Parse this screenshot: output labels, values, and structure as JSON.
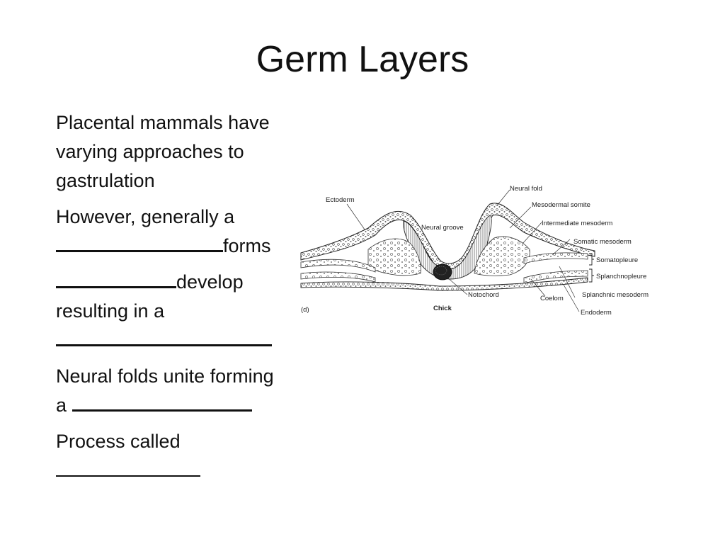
{
  "slide": {
    "title": "Germ Layers",
    "lines": [
      "Placental mammals have",
      "varying approaches to",
      "gastrulation",
      "However, generally a",
      "forms",
      "develop",
      "resulting in a",
      "Neural folds unite forming",
      "a",
      "Process called"
    ]
  },
  "figure": {
    "panel_letter": "(d)",
    "caption": "Chick",
    "labels": {
      "ectoderm": "Ectoderm",
      "neural_fold": "Neural fold",
      "neural_groove": "Neural groove",
      "mesodermal_somite": "Mesodermal somite",
      "intermediate_mesoderm": "Intermediate mesoderm",
      "somatic_mesoderm": "Somatic mesoderm",
      "somatopleure": "Somatopleure",
      "splanchnopleure": "Splanchnopleure",
      "splanchnic_mesoderm": "Splanchnic mesoderm",
      "notochord": "Notochord",
      "coelom": "Coelom",
      "endoderm": "Endoderm"
    }
  }
}
